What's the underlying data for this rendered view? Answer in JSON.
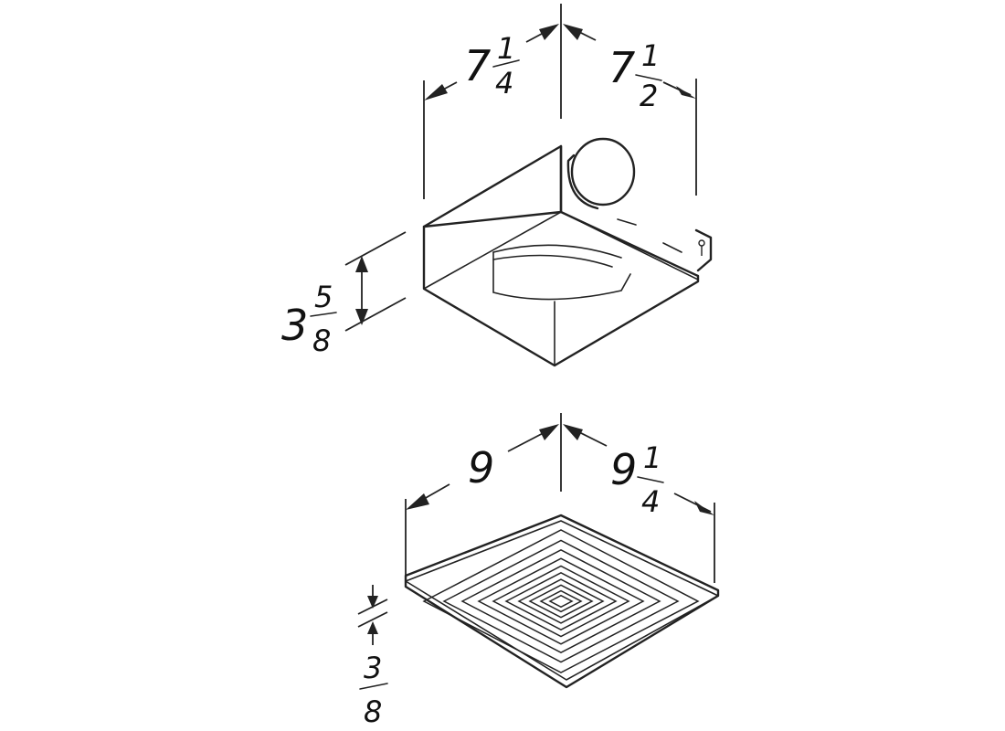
{
  "fan_housing": {
    "width_left": {
      "whole": "7",
      "num": "1",
      "den": "4"
    },
    "width_right": {
      "whole": "7",
      "num": "1",
      "den": "2"
    },
    "height": {
      "whole": "3",
      "num": "5",
      "den": "8"
    }
  },
  "grille": {
    "width_left": {
      "whole": "9"
    },
    "width_right": {
      "whole": "9",
      "num": "1",
      "den": "4"
    },
    "thickness": {
      "num": "3",
      "den": "8"
    }
  }
}
